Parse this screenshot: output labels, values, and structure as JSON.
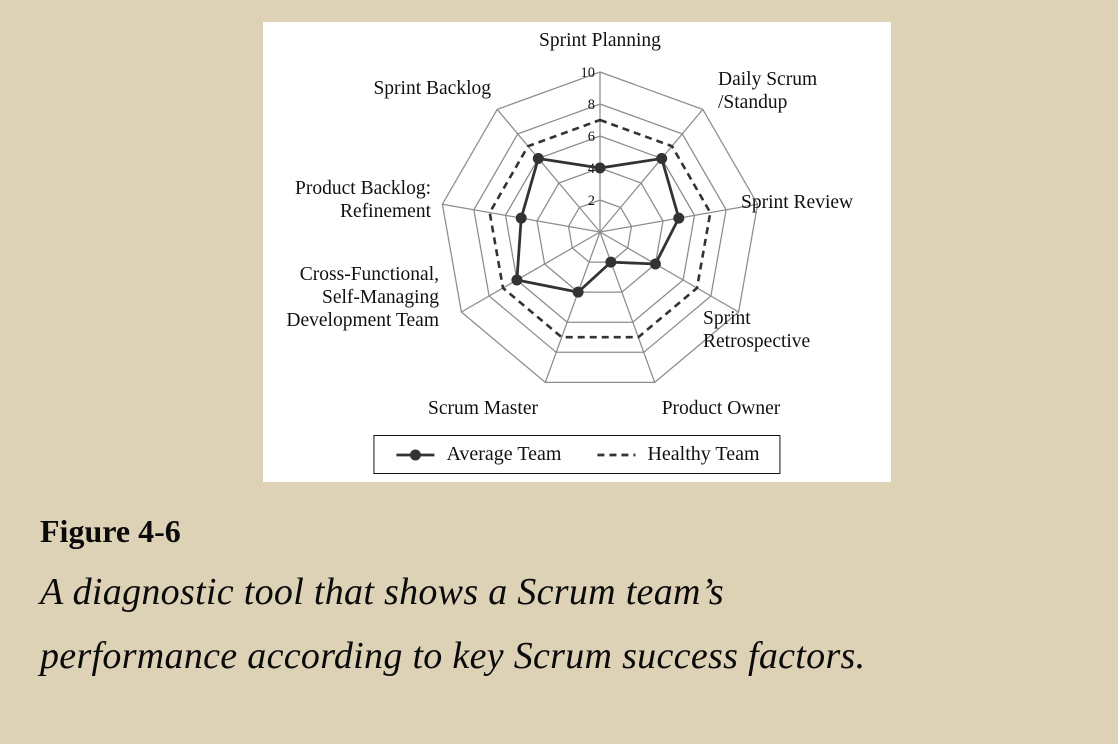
{
  "figure": {
    "label": "Figure 4-6",
    "caption_line1": "A diagnostic tool that shows a Scrum team’s",
    "caption_line2": "performance according to key Scrum success factors."
  },
  "colors": {
    "page_bg": "#ddd2b6",
    "panel_bg": "#ffffff",
    "grid": "#8c8c8c",
    "series": "#333333",
    "text": "#111111"
  },
  "chart_data": {
    "type": "radar",
    "title": "",
    "categories": [
      "Sprint Planning",
      "Daily Scrum\n/Standup",
      "Sprint Review",
      "Sprint\nRetrospective",
      "Product Owner",
      "Scrum Master",
      "Cross-Functional,\nSelf-Managing\nDevelopment Team",
      "Product Backlog:\nRefinement",
      "Sprint Backlog"
    ],
    "series": [
      {
        "name": "Average Team",
        "line": "solid",
        "marker": "circle",
        "values": [
          4,
          6,
          5,
          4,
          2,
          4,
          6,
          5,
          6
        ]
      },
      {
        "name": "Healthy Team",
        "line": "dashed",
        "marker": "none",
        "values": [
          7,
          7,
          7,
          7,
          7,
          7,
          7,
          7,
          7
        ]
      }
    ],
    "r_axis": {
      "min": 0,
      "max": 10,
      "ticks": [
        2,
        4,
        6,
        8,
        10
      ]
    },
    "grid_rings": [
      2,
      4,
      6,
      8,
      10
    ],
    "grid": "on",
    "legend_position": "bottom"
  }
}
